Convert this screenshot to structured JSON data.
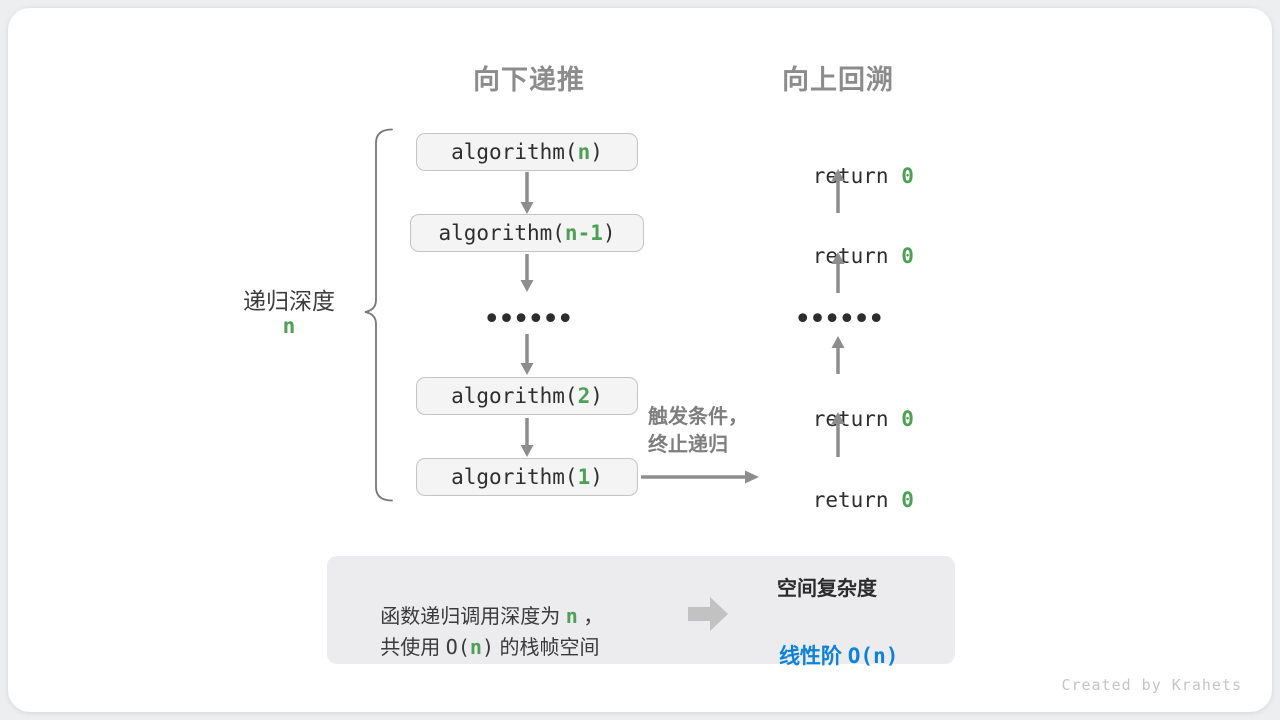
{
  "colors": {
    "green": "#4f9f56",
    "blue": "#0d82d6",
    "header_gray": "#8c8c8c",
    "arrow_gray": "#8d8d8d",
    "box_fill": "#f4f4f4",
    "box_border": "#c4c4c4",
    "summary_fill": "#ececee"
  },
  "headers": {
    "downward": "向下递推",
    "upward": "向上回溯"
  },
  "depth": {
    "label": "递归深度",
    "value": "n"
  },
  "stack": {
    "boxes": [
      {
        "prefix": "algorithm(",
        "arg": "n",
        "suffix": ")"
      },
      {
        "prefix": "algorithm(",
        "arg": "n-1",
        "suffix": ")"
      },
      {
        "prefix": "algorithm(",
        "arg": "2",
        "suffix": ")"
      },
      {
        "prefix": "algorithm(",
        "arg": "1",
        "suffix": ")"
      }
    ],
    "ellipsis": "••••••"
  },
  "returns": {
    "rows": [
      {
        "prefix": "return ",
        "value": "0"
      },
      {
        "prefix": "return ",
        "value": "0"
      },
      {
        "prefix": "return ",
        "value": "0"
      },
      {
        "prefix": "return ",
        "value": "0"
      }
    ],
    "ellipsis": "••••••"
  },
  "trigger": {
    "line1": "触发条件，",
    "line2": "终止递归"
  },
  "summary": {
    "left": {
      "line1_pre": "函数递归调用深度为 ",
      "line1_n": "n",
      "line1_post": " ，",
      "line2_pre": "共使用 ",
      "line2_o": "O(",
      "line2_n": "n",
      "line2_c": ")",
      "line2_post": " 的栈帧空间"
    },
    "right": {
      "title": "空间复杂度",
      "value_pre": "线性阶 ",
      "value_o": "O(",
      "value_n": "n",
      "value_c": ")"
    }
  },
  "watermark": "Created by Krahets"
}
